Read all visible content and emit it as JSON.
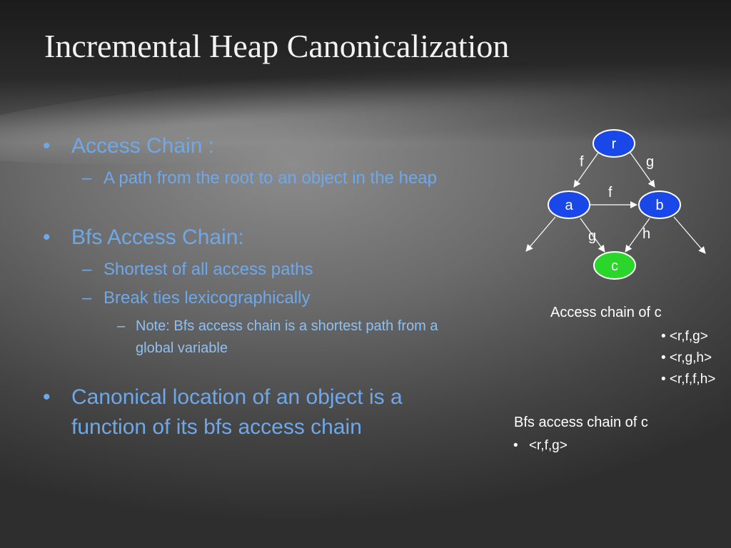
{
  "slide": {
    "title": "Incremental Heap Canonicalization",
    "bullets": {
      "access_chain": {
        "heading": "Access Chain :",
        "sub": "A path from the root to an object in the heap"
      },
      "bfs_access_chain": {
        "heading": "Bfs Access Chain:",
        "subs": [
          "Shortest of all access paths",
          "Break ties lexicographically"
        ],
        "note": "Note: Bfs access chain is a shortest path from a global variable"
      },
      "canonical": {
        "line1": "Canonical location of an object is a",
        "line2": "function of its bfs access chain"
      }
    },
    "bullet_glyph": "•",
    "dash_glyph": "–"
  },
  "diagram": {
    "nodes": {
      "r": "r",
      "a": "a",
      "b": "b",
      "c": "c"
    },
    "edge_labels": {
      "r_a": "f",
      "r_b": "g",
      "a_b": "f",
      "a_c": "g",
      "b_c": "h"
    },
    "colors": {
      "node_blue": "#1a47e8",
      "node_green": "#29d629",
      "edge": "#ffffff"
    }
  },
  "access_chains": {
    "title": "Access chain of c",
    "items": [
      "• <r,f,g>",
      "• <r,g,h>",
      "• <r,f,f,h>"
    ]
  },
  "bfs_chain": {
    "title": "Bfs access chain of c",
    "bullet": "•",
    "item": "<r,f,g>"
  }
}
